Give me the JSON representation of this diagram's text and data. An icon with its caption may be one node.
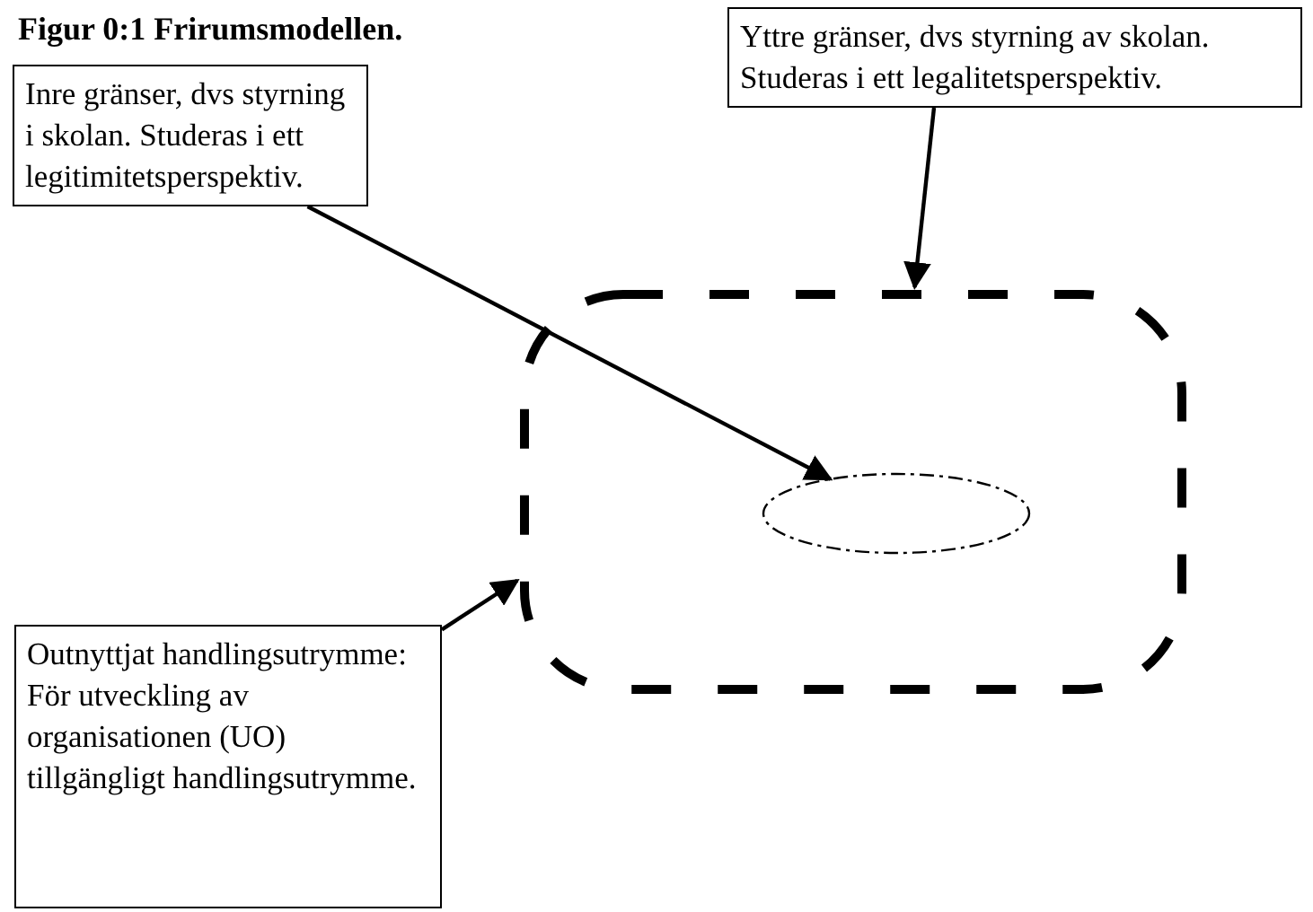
{
  "diagram": {
    "title": "Figur 0:1 Frirumsmodellen.",
    "nodes": [
      {
        "text": [
          "Inre gränser, dvs styrning i skolan. Studeras i ett legitimitetsperspektiv."
        ]
      },
      {
        "text": [
          "Yttre gränser, dvs styrning av skolan. Studeras i ett legalitetsperspektiv."
        ]
      },
      {
        "text": [
          "Outnyttjat handlingsutrymme: För utveckling av organisationen (UO) tillgängligt handlingsutrymme."
        ]
      },
      {
        "text": [],
        "shape": "box"
      },
      {
        "text": [],
        "shape": "ellipse",
        "in": 3
      }
    ],
    "edges": [
      {
        "from": 0,
        "to": 4,
        "arrow": "to"
      },
      {
        "from": 1,
        "to": 3,
        "arrow": "to"
      },
      {
        "from": 2,
        "to": 3,
        "arrow": "to"
      }
    ]
  }
}
